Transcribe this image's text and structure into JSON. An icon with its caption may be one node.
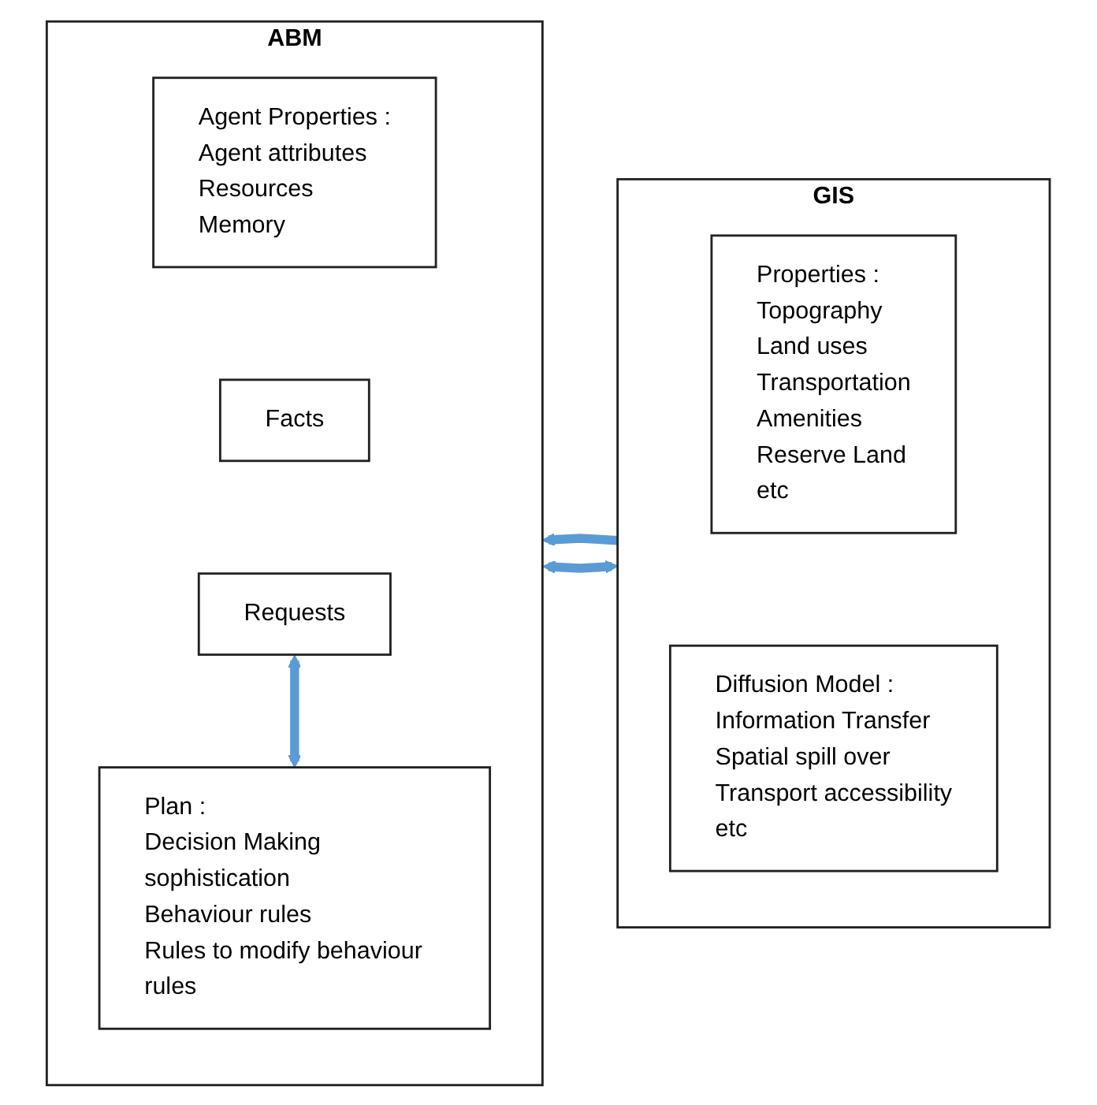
{
  "diagram": {
    "nodes": [
      {
        "text": [
          "ABM"
        ]
      },
      {
        "text": [
          "Agent Properties :",
          "Agent attributes",
          "Resources",
          "Memory"
        ],
        "in": 0
      },
      {
        "text": [
          "Facts"
        ],
        "in": 0
      },
      {
        "text": [
          "Requests"
        ],
        "in": 0
      },
      {
        "text": [
          "Plan :",
          "Decision Making sophistication",
          "Behaviour rules",
          "Rules to modify behaviour rules"
        ],
        "in": 0
      },
      {
        "text": [
          "GIS"
        ]
      },
      {
        "text": [
          "Properties :",
          "Topography",
          "Land uses",
          "Transportation",
          "Amenities",
          "Reserve Land",
          "etc"
        ],
        "in": 5
      },
      {
        "text": [
          "Diffusion Model :",
          "Information Transfer",
          "Spatial spill over",
          "Transport accessibility",
          "etc"
        ],
        "in": 5
      }
    ],
    "edges": [
      {
        "from": 5,
        "to": 0,
        "arrow": "to"
      },
      {
        "from": 3,
        "to": 4,
        "arrow": "both"
      },
      {
        "from": 0,
        "to": 5,
        "arrow": "both"
      }
    ]
  }
}
